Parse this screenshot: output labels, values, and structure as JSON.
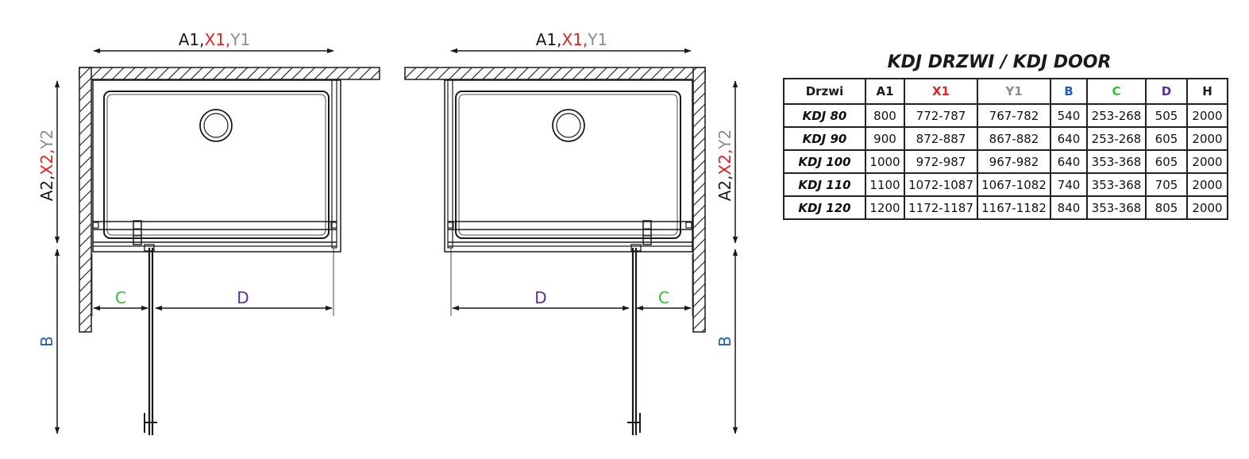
{
  "drawing": {
    "left": {
      "top_label": [
        "A1,",
        "X1,",
        "Y1"
      ],
      "side_label": [
        "A2,",
        "X2,",
        "Y2"
      ],
      "b_label": "B",
      "c_label": "C",
      "d_label": "D"
    },
    "right": {
      "top_label": [
        "A1,",
        "X1,",
        "Y1"
      ],
      "side_label": [
        "A2,",
        "X2,",
        "Y2"
      ],
      "b_label": "B",
      "c_label": "C",
      "d_label": "D"
    }
  },
  "colors": {
    "line": "#1a1a1a",
    "A": "#1a1a1a",
    "X": "#e32222",
    "Y": "#8c8c8c",
    "B": "#1f5fbf",
    "C": "#2fbf2f",
    "D": "#5a2d9a"
  },
  "spec": {
    "title": "KDJ DRZWI / KDJ DOOR",
    "headers": [
      "Drzwi",
      "A1",
      "X1",
      "Y1",
      "B",
      "C",
      "D",
      "H"
    ],
    "rows": [
      [
        "KDJ 80",
        "800",
        "772-787",
        "767-782",
        "540",
        "253-268",
        "505",
        "2000"
      ],
      [
        "KDJ 90",
        "900",
        "872-887",
        "867-882",
        "640",
        "253-268",
        "605",
        "2000"
      ],
      [
        "KDJ 100",
        "1000",
        "972-987",
        "967-982",
        "640",
        "353-368",
        "605",
        "2000"
      ],
      [
        "KDJ 110",
        "1100",
        "1072-1087",
        "1067-1082",
        "740",
        "353-368",
        "705",
        "2000"
      ],
      [
        "KDJ 120",
        "1200",
        "1172-1187",
        "1167-1182",
        "840",
        "353-368",
        "805",
        "2000"
      ]
    ]
  }
}
